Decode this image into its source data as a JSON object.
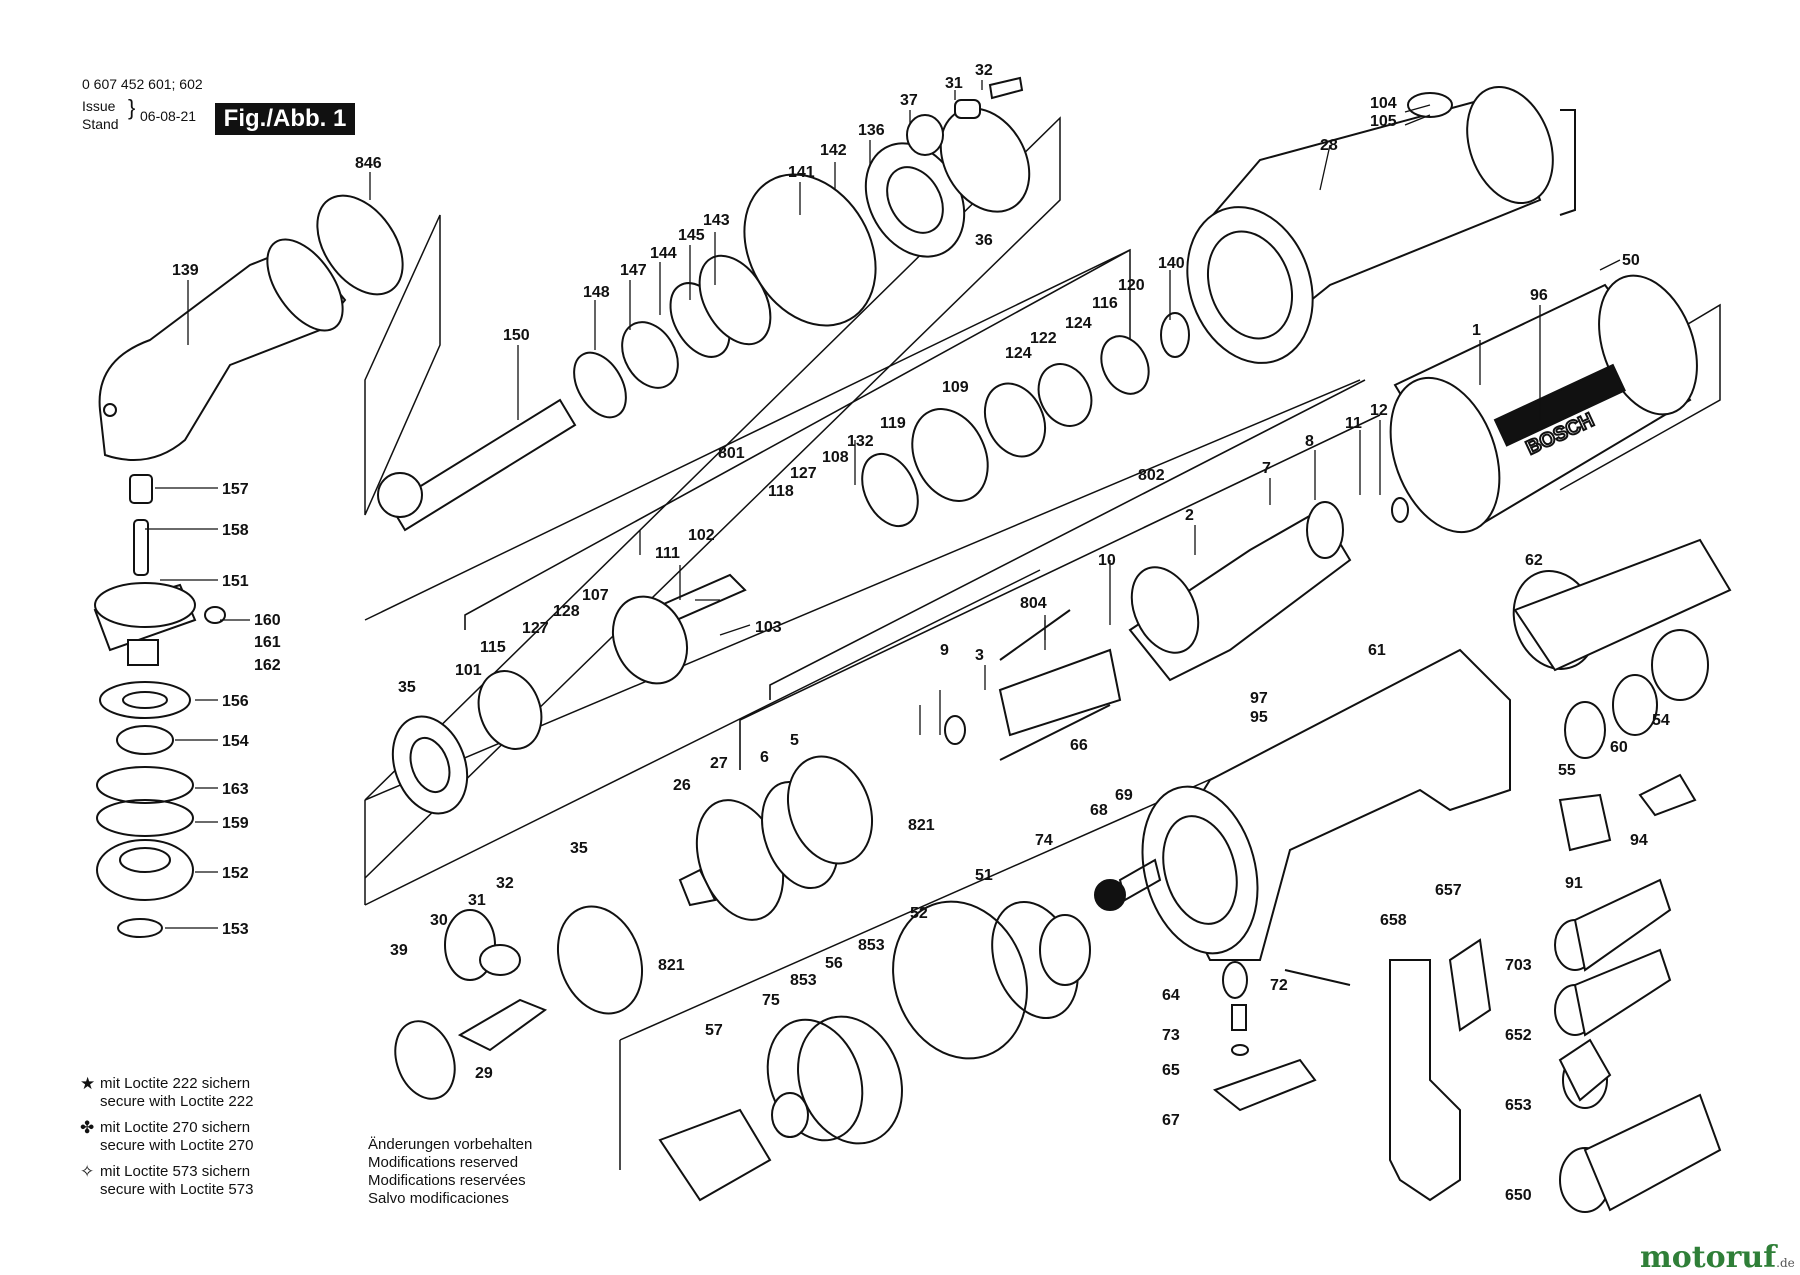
{
  "header": {
    "part_numbers": "0 607 452 601; 602",
    "issue_label": "Issue",
    "stand_label": "Stand",
    "date": "06-08-21",
    "figure": "Fig./Abb. 1"
  },
  "notes": [
    {
      "symbol": "★",
      "line1": "mit Loctite 222 sichern",
      "line2": "secure with Loctite 222"
    },
    {
      "symbol": "✤",
      "line1": "mit Loctite 270 sichern",
      "line2": "secure with Loctite 270"
    },
    {
      "symbol": "✧",
      "line1": "mit Loctite 573 sichern",
      "line2": "secure with Loctite 573"
    }
  ],
  "modifications": [
    "Änderungen vorbehalten",
    "Modifications reserved",
    "Modifications reservées",
    "Salvo modificaciones"
  ],
  "watermark": {
    "brand": "motoruf",
    "tld": ".de"
  },
  "brand_on_part": "BOSCH",
  "callouts": [
    "846",
    "139",
    "157",
    "158",
    "151",
    "160",
    "161",
    "162",
    "156",
    "154",
    "163",
    "159",
    "152",
    "153",
    "150",
    "148",
    "147",
    "144",
    "145",
    "143",
    "141",
    "142",
    "136",
    "37",
    "31",
    "32",
    "36",
    "28",
    "104",
    "105",
    "140",
    "120",
    "116",
    "124",
    "122",
    "109",
    "119",
    "132",
    "108",
    "127",
    "118",
    "801",
    "102",
    "111",
    "107",
    "128",
    "115",
    "127",
    "101",
    "35",
    "103",
    "96",
    "50",
    "1",
    "12",
    "11",
    "8",
    "7",
    "2",
    "802",
    "10",
    "804",
    "3",
    "9",
    "66",
    "5",
    "6",
    "27",
    "26",
    "821",
    "35",
    "31",
    "32",
    "30",
    "39",
    "29",
    "821",
    "61",
    "97",
    "95",
    "69",
    "68",
    "74",
    "51",
    "52",
    "853",
    "56",
    "853",
    "75",
    "57",
    "72",
    "64",
    "73",
    "65",
    "67",
    "62",
    "55",
    "60",
    "54",
    "91",
    "94",
    "658",
    "657",
    "703",
    "652",
    "653",
    "650"
  ]
}
